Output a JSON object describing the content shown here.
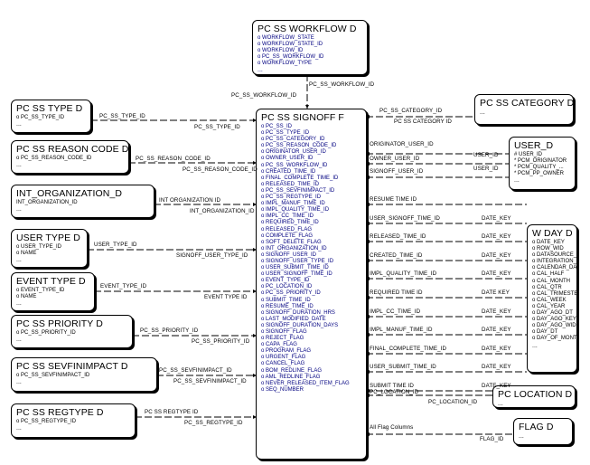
{
  "entities": {
    "workflow": {
      "title": "PC SS WORKFLOW D",
      "attrs": [
        "o WORKFLOW_STATE",
        "o WORKFLOW_STATE_ID",
        "o WORKFLOW_ID",
        "o PC_SS_WORKFLOW_ID",
        "o WORKFLOW_TYPE",
        "..."
      ]
    },
    "type": {
      "title": "PC SS TYPE D",
      "attrs": [
        "o PC_SS_TYPE_ID",
        "..."
      ]
    },
    "reason": {
      "title": "PC SS REASON CODE D",
      "attrs": [
        "o PC_SS_REASON_CODE_ID",
        "..."
      ]
    },
    "intorg": {
      "title": "INT_ORGANIZATION_D",
      "attrs": [
        "INT_ORGANIZATION_ID",
        "..."
      ]
    },
    "usertype": {
      "title": "USER TYPE D",
      "attrs": [
        "o USER_TYPE_ID",
        "o NAME",
        "..."
      ]
    },
    "eventtype": {
      "title": "EVENT TYPE D",
      "attrs": [
        "o EVENT_TYPE_ID",
        "o NAME",
        "..."
      ]
    },
    "priority": {
      "title": "PC SS PRIORITY D",
      "attrs": [
        "o PC_SS_PRIORITY_ID",
        "..."
      ]
    },
    "sevfin": {
      "title": "PC SS SEVFINIMPACT D",
      "attrs": [
        "o PC_SS_SEVFINIMPACT_ID",
        "..."
      ]
    },
    "regtype": {
      "title": "PC SS REGTYPE D",
      "attrs": [
        "o PC_SS_REGTYPE_ID",
        "..."
      ]
    },
    "signoff": {
      "title": "PC SS SIGNOFF F",
      "attrs": [
        "o PC_SS_ID",
        "o PC_SS_TYPE_ID",
        "o PC_SS_CATEGORY_ID",
        "o PC_SS_REASON_CODE_ID",
        "o ORIGINATOR_USER_ID",
        "o OWNER_USER_ID",
        "o PC_SS_WORKFLOW_ID",
        "o CREATED_TIME_ID",
        "o FINAL_COMPLETE_TIME_ID",
        "o RELEASED_TIME_ID",
        "o PC_SS_SEVFINIMPACT_ID",
        "o PC_SS_REGTYPE_ID",
        "o IMPL_MANUF_TIME_ID",
        "o IMPL_QUALITY_TIME_ID",
        "o IMPL_CC_TIME_ID",
        "o REQUIRED_TIME_ID",
        "o RELEASED_FLAG",
        "o COMPLETE_FLAG",
        "o SOFT_DELETE_FLAG",
        "o INT_ORGANIZATION_ID",
        "o SIGNOFF_USER_ID",
        "o SIGNOFF_USER_TYPE_ID",
        "o USER_SUBMIT_TIME_ID",
        "o USER_SIGNOFF_TIME_ID",
        "o EVENT_TYPE_ID",
        "o PC_LOCATION_ID",
        "o PC_SS_PRIORITY_ID",
        "o SUBMIT_TIME_ID",
        "o RESUME_TIME_ID",
        "o SIGNOFF_DURATION_HRS",
        "o LAST_MODIFIED_DATE",
        "o SIGNOFF_DURATION_DAYS",
        "o SIGNOFF_FLAG",
        "o REJECT_FLAG",
        "o CAPA_FLAG",
        "o PROGRAM_FLAG",
        "o URGENT_FLAG",
        "o CANCEL_FLAG",
        "o BOM_REDLINE_FLAG",
        "o AML_REDLINE_FLAG",
        "o NEVER_RELEASED_ITEM_FLAG",
        "o SEQ_NUMBER"
      ]
    },
    "category": {
      "title": "PC SS CATEGORY D",
      "attrs": [
        "..."
      ]
    },
    "user": {
      "title": "USER_D",
      "attrs": [
        "# USER_ID",
        "* PCM_ORIGINATOR",
        "* PCM_QUALITY_...",
        "* PCM_PP_OWNER",
        "..."
      ]
    },
    "wday": {
      "title": "W DAY D",
      "attrs": [
        "o DATE_KEY",
        "o ROW_WID",
        "o DATASOURCE_NUM",
        "o INTEGRATION_ID",
        "o CALENDAR_DATE",
        "o CAL_HALF",
        "o CAL_MONTH",
        "o CAL_QTR",
        "o CAL_TRIMESTER",
        "o CAL_WEEK",
        "o CAL_YEAR",
        "o DAY_AGO_DT",
        "o DAY_AGO_KEY",
        "o DAY_AGO_WID",
        "o DAY_DT",
        "o DAY_OF_MONTH",
        "..."
      ]
    },
    "location": {
      "title": "PC LOCATION D",
      "attrs": [
        "..."
      ]
    },
    "flag": {
      "title": "FLAG D",
      "attrs": [
        "..."
      ]
    }
  },
  "relationship_labels": {
    "workflow_parent": "PC_SS_WORKFLOW_ID",
    "workflow_child": "PC_SS_WORKFLOW_ID",
    "type_parent": "PC_SS_TYPE_ID",
    "type_child": "PC_SS_TYPE_ID",
    "reason_parent": "PC_SS_REASON_CODE_ID",
    "reason_child": "PC_SS_REASON_CODE_ID",
    "intorg_parent": "INT ORGANIZATION ID",
    "intorg_child": "INT_ORGANIZATION_ID",
    "usertype_parent": "USER_TYPE_ID",
    "usertype_child": "SIGNOFF_USER_TYPE_ID",
    "eventtype_parent": "EVENT_TYPE_ID",
    "eventtype_child": "EVENT TYPE ID",
    "priority_parent": "PC_SS_PRIORITY_ID",
    "priority_child": "PC_SS_PRIORITY_ID",
    "sevfin_parent": "PC_SS_SEVFINIMPACT_ID",
    "sevfin_child": "PC_SS_SEVFINIMPACT_ID",
    "regtype_parent": "PC SS REGTYPE ID",
    "regtype_child": "PC_SS_REGTYPE_ID",
    "category_child": "PC_SS_CATEGORY_ID",
    "category_parent": "PC SS CATEGORY ID",
    "user_r1": "ORIGINATOR_USER_ID",
    "user_r2": "OWNER_USER_ID",
    "user_r2_key": "USER_ID",
    "user_r3": "SIGNOFF_USER_ID",
    "user_r3_key": "USER_ID",
    "day_rows": [
      {
        "left": "RESUME TIME ID",
        "right": ""
      },
      {
        "left": "USER_SIGNOFF_TIME_ID",
        "right": "DATE_KEY"
      },
      {
        "left": "RELEASED_TIME_ID",
        "right": "DATE_KEY"
      },
      {
        "left": "CREATED_TIME_ID",
        "right": "DATE_KEY"
      },
      {
        "left": "IMPL_QUALITY_TIME_ID",
        "right": "DATE_KEY"
      },
      {
        "left": "REQUIRED TIME ID",
        "right": "DATE KEY"
      },
      {
        "left": "IMPL_CC_TIME_ID",
        "right": "DATE_KEY"
      },
      {
        "left": "IMPL_MANUF_TIME_ID",
        "right": "DATE_KEY"
      },
      {
        "left": "FINAL_COMPLETE_TIME_ID",
        "right": "DATE_KEY"
      },
      {
        "left": "USER_SUBMIT_TIME_ID",
        "right": "DATE_KEY"
      },
      {
        "left": "SUBMIT TIME ID",
        "right": "DATE_KEY"
      }
    ],
    "location_child": "PC_LOCATION_ID",
    "location_parent": "PC_LOCATION_ID",
    "flag_child": "All Flag Columns",
    "flag_parent": "FLAG_ID"
  }
}
